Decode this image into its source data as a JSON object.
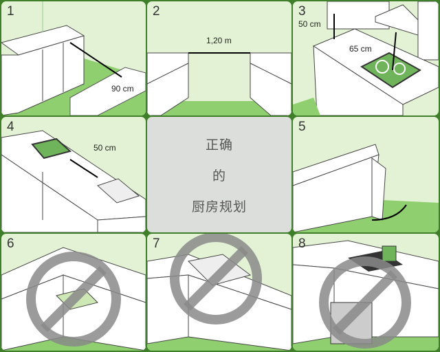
{
  "panels": [
    {
      "number": "1",
      "measure": "90 cm",
      "correct": true
    },
    {
      "number": "2",
      "measure": "1,20 m",
      "correct": true
    },
    {
      "number": "3",
      "measure_a": "50 cm",
      "measure_b": "65 cm",
      "correct": true
    },
    {
      "number": "4",
      "measure": "50 cm",
      "correct": true
    },
    {
      "number": "5",
      "correct": true
    },
    {
      "number": "6",
      "correct": false
    },
    {
      "number": "7",
      "correct": false
    },
    {
      "number": "8",
      "correct": false
    }
  ],
  "center": {
    "line1": "正确",
    "line2": "的",
    "line3": "厨房规划"
  },
  "colors": {
    "frame": "#3f7f2a",
    "wall": "#e3f2d4",
    "floor": "#8fcf6f",
    "hob": "#6fb35a",
    "prohibit": "#8a8a8a"
  }
}
